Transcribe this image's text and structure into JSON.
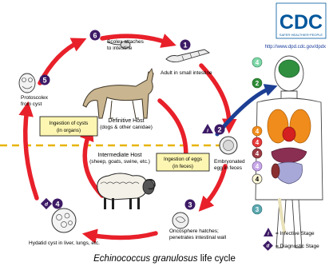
{
  "logo": {
    "text": "CDC",
    "tagline": "SAFER·HEALTHIER·PEOPLE",
    "url": "http://www.dpd.cdc.gov/dpdx"
  },
  "stages": [
    {
      "num": "1",
      "label_lines": [
        "Adult in small intestine"
      ]
    },
    {
      "num": "2",
      "label_lines": [
        "Embryonated",
        "egg in feces"
      ]
    },
    {
      "num": "3",
      "label_lines": [
        "Oncosphere hatches;",
        "penetrates intestinal wall"
      ]
    },
    {
      "num": "4",
      "label_lines": [
        "Hydatid cyst in liver, lungs, etc."
      ]
    },
    {
      "num": "5",
      "label_lines": [
        "Protoscolex",
        "from cyst"
      ]
    },
    {
      "num": "6",
      "label_lines": [
        "Scolex attaches",
        "to intestine"
      ]
    }
  ],
  "hosts": {
    "definitive": {
      "line1": "Definitive Host",
      "line2": "(dogs & other canidae)"
    },
    "intermediate": {
      "line1": "Intermediate Host",
      "line2": "(sheep, goats, swine, etc.)"
    }
  },
  "boxes": {
    "cysts": [
      "Ingestion of cysts",
      "(in organs)"
    ],
    "eggs": [
      "Ingestion of eggs",
      "(in feces)"
    ]
  },
  "markers": {
    "infective": "i",
    "diagnostic": "d"
  },
  "body_labels": [
    "4",
    "2",
    "4",
    "4",
    "4",
    "4",
    "4",
    "3"
  ],
  "legend": {
    "infective": "= Infective Stage",
    "diagnostic": "= Diagnostic Stage"
  },
  "caption": {
    "italic": "Echinococcus granulosus",
    "rest": " life cycle"
  },
  "colors": {
    "cycle_arrow": "#e8202a",
    "stage_circle": "#3d1a66",
    "blue_arrow": "#1c3f94",
    "divider": "#e8b400",
    "box_fill": "#fdf6b2",
    "cdc_blue": "#00579c"
  }
}
